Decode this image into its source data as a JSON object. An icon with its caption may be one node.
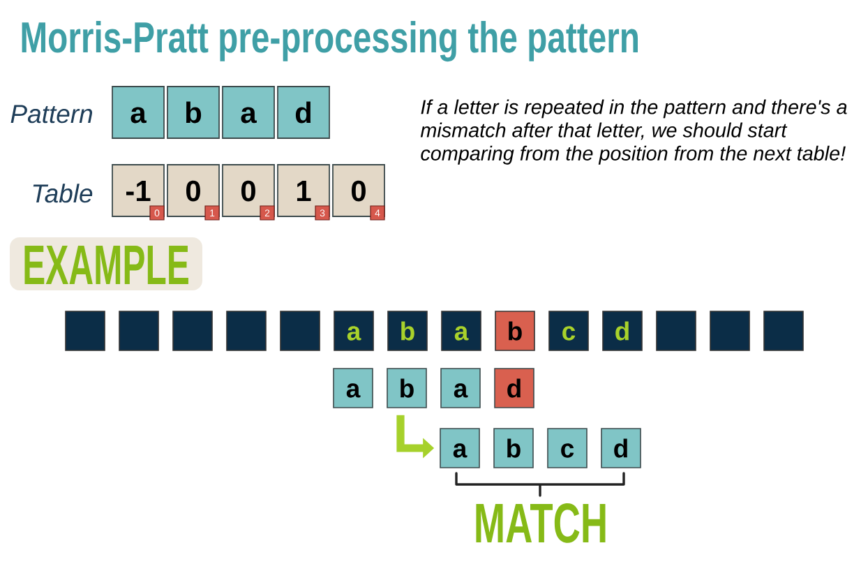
{
  "diagram": {
    "title": "Morris-Pratt pre-processing the pattern",
    "nodes": [
      {
        "text": [
          "a"
        ]
      },
      {
        "text": [
          "b"
        ]
      },
      {
        "text": [
          "a"
        ]
      },
      {
        "text": [
          "d"
        ]
      },
      {
        "text": [
          "-1"
        ]
      },
      {
        "text": [
          "0"
        ]
      },
      {
        "text": [
          "0"
        ]
      },
      {
        "text": [
          "1"
        ]
      },
      {
        "text": [
          "0"
        ]
      },
      {
        "text": [
          "0"
        ]
      },
      {
        "text": [
          "1"
        ]
      },
      {
        "text": [
          "2"
        ]
      },
      {
        "text": [
          "3"
        ]
      },
      {
        "text": [
          "4"
        ]
      },
      {
        "text": [
          "EXAMPLE"
        ]
      },
      {
        "text": [],
        "shape": "box"
      },
      {
        "text": [],
        "shape": "box"
      },
      {
        "text": [],
        "shape": "box"
      },
      {
        "text": [],
        "shape": "box"
      },
      {
        "text": [],
        "shape": "box"
      },
      {
        "text": [
          "a"
        ]
      },
      {
        "text": [
          "b"
        ]
      },
      {
        "text": [
          "a"
        ]
      },
      {
        "text": [
          "b"
        ]
      },
      {
        "text": [
          "c"
        ]
      },
      {
        "text": [
          "d"
        ]
      },
      {
        "text": [],
        "shape": "box"
      },
      {
        "text": [],
        "shape": "box"
      },
      {
        "text": [],
        "shape": "box"
      },
      {
        "text": [
          "a"
        ]
      },
      {
        "text": [
          "b"
        ]
      },
      {
        "text": [
          "a"
        ]
      },
      {
        "text": [
          "d"
        ]
      },
      {
        "text": [
          "a"
        ]
      },
      {
        "text": [
          "b"
        ]
      },
      {
        "text": [
          "c"
        ]
      },
      {
        "text": [
          "d"
        ]
      }
    ],
    "edges": [
      {
        "from": 30,
        "to": 33,
        "arrow": "to",
        "color": "#a6d12b"
      }
    ],
    "labels": [
      "Pattern",
      "Table",
      "If a letter is repeated in the pattern and there's a mismatch after that letter, we should start comparing from the position from the next table!",
      "MATCH"
    ]
  }
}
